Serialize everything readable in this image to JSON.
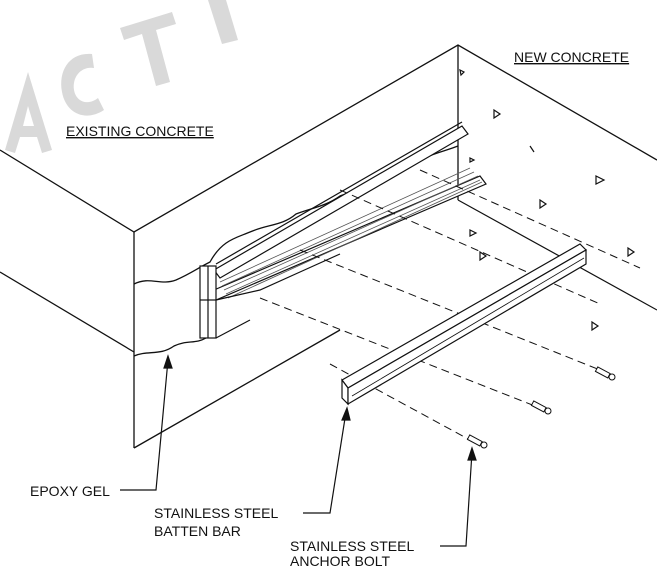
{
  "watermark": {
    "text": "ACTI",
    "color": "#d9d9d9"
  },
  "labels": {
    "existing_concrete": "EXISTING CONCRETE",
    "new_concrete": "NEW CONCRETE",
    "epoxy_gel": "EPOXY GEL",
    "batten_bar_line1": "STAINLESS STEEL",
    "batten_bar_line2": "BATTEN BAR",
    "anchor_bolt_line1": "STAINLESS STEEL",
    "anchor_bolt_line2": "ANCHOR BOLT"
  },
  "colors": {
    "line": "#111111",
    "background": "#ffffff",
    "hatch": "#555555"
  }
}
